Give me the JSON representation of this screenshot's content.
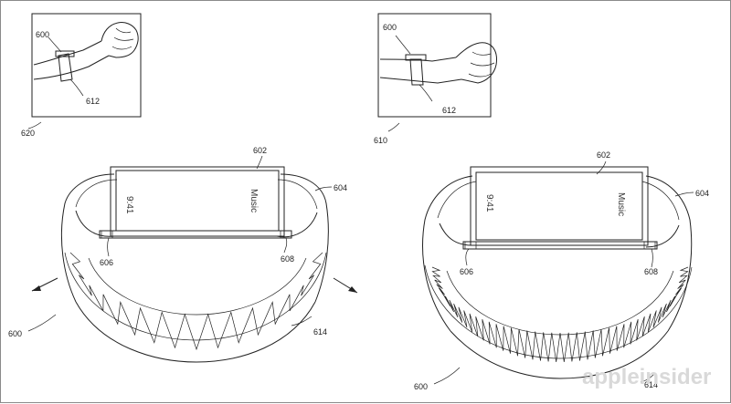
{
  "labels": {
    "l600a": "600",
    "l612a": "612",
    "l620": "620",
    "l600b": "600",
    "l612b": "612",
    "l610": "610",
    "l602a": "602",
    "l604a": "604",
    "l606a": "606",
    "l608a": "608",
    "l600c": "600",
    "l614a": "614",
    "l602b": "602",
    "l604b": "604",
    "l606b": "606",
    "l608b": "608",
    "l600d": "600",
    "l614b": "614"
  },
  "screen": {
    "time": "9:41",
    "app": "Music"
  },
  "watermark": "appleinsider"
}
